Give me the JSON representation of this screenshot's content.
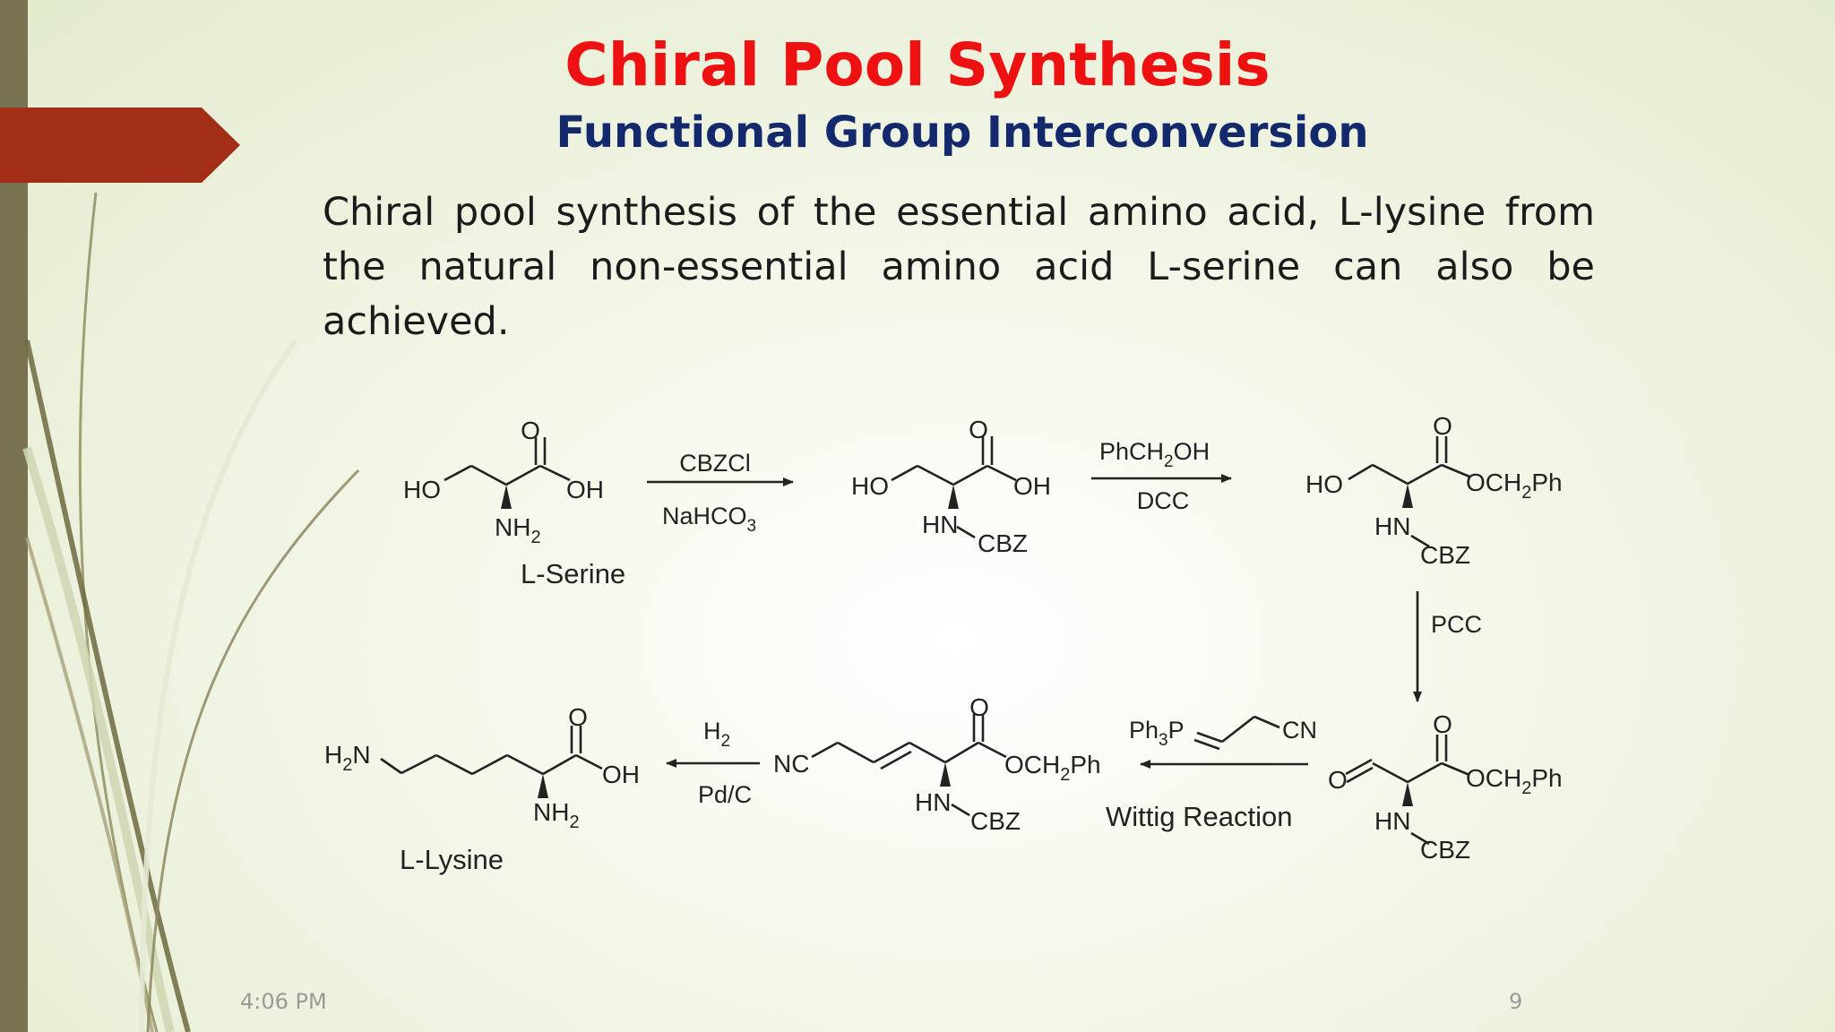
{
  "slide": {
    "title": "Chiral Pool Synthesis",
    "subtitle": "Functional Group Interconversion",
    "body": "Chiral pool synthesis of the essential amino acid, L-lysine from the natural non-essential amino acid L-serine can also be achieved.",
    "footer_time": "4:06 PM",
    "page_number": "9"
  },
  "colors": {
    "title": "#ee1111",
    "subtitle": "#14296b",
    "tag": "#a32e18",
    "bar": "#7a7352"
  },
  "scheme": {
    "compounds": {
      "serine": {
        "name": "L-Serine"
      },
      "lysine": {
        "name": "L-Lysine"
      }
    },
    "steps": {
      "cbz": {
        "top": "CBZCl",
        "bottom_main": "NaHCO",
        "bottom_sub": "3"
      },
      "ester": {
        "top_main": "PhCH",
        "top_sub": "2",
        "top_rest": "OH",
        "bottom": "DCC"
      },
      "pcc": {
        "label": "PCC"
      },
      "wittig": {
        "label": "Wittig Reaction",
        "ylide_main": "Ph",
        "ylide_sub": "3",
        "ylide_rest": "P",
        "ylide_cn": "CN"
      },
      "hydrogenation": {
        "top_main": "H",
        "top_sub": "2",
        "bottom": "Pd/C"
      }
    }
  }
}
